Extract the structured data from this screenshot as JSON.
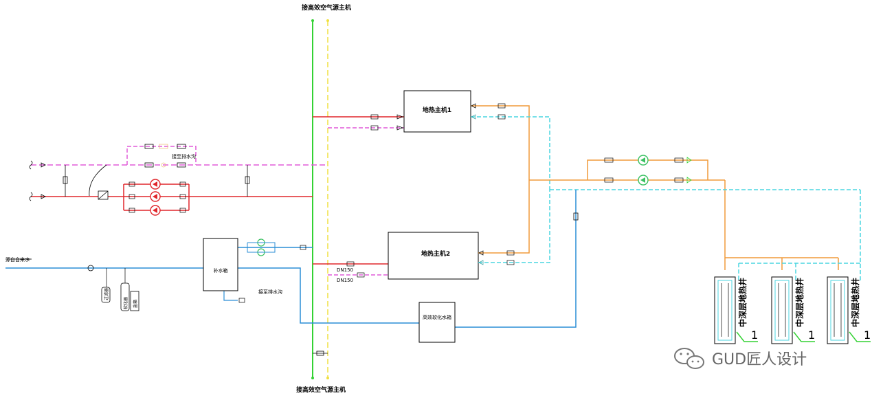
{
  "labels": {
    "top_connection": "接高效空气源主机",
    "bottom_connection": "接高效空气源主机",
    "geo_host_1": "地热主机1",
    "geo_host_2": "地热主机2",
    "water_inlet": "源自自来水",
    "water_tank": "补水箱",
    "to_drain_1": "接至排水沟",
    "to_drain_2": "接至排水沟",
    "softener_tank": "高效软化水箱",
    "dn_upper": "DN150",
    "dn_lower": "DN150",
    "wells": [
      "中深层地热井",
      "中深层地热井",
      "中深层地热井"
    ],
    "well_index": [
      "1",
      "1",
      "1"
    ],
    "device_a": "过滤器",
    "device_b": "软化器",
    "device_c": "盐箱"
  },
  "watermark": {
    "text": "GUD匠人设计"
  },
  "colors": {
    "supply_red": "#e0262b",
    "return_magenta": "#e05ad8",
    "source_green": "#34d234",
    "source_yellow": "#f0e040",
    "geo_orange": "#f09a3a",
    "geo_cyan": "#4ad6e0",
    "water_blue": "#2a8ed6",
    "pump_green": "#38c060"
  }
}
